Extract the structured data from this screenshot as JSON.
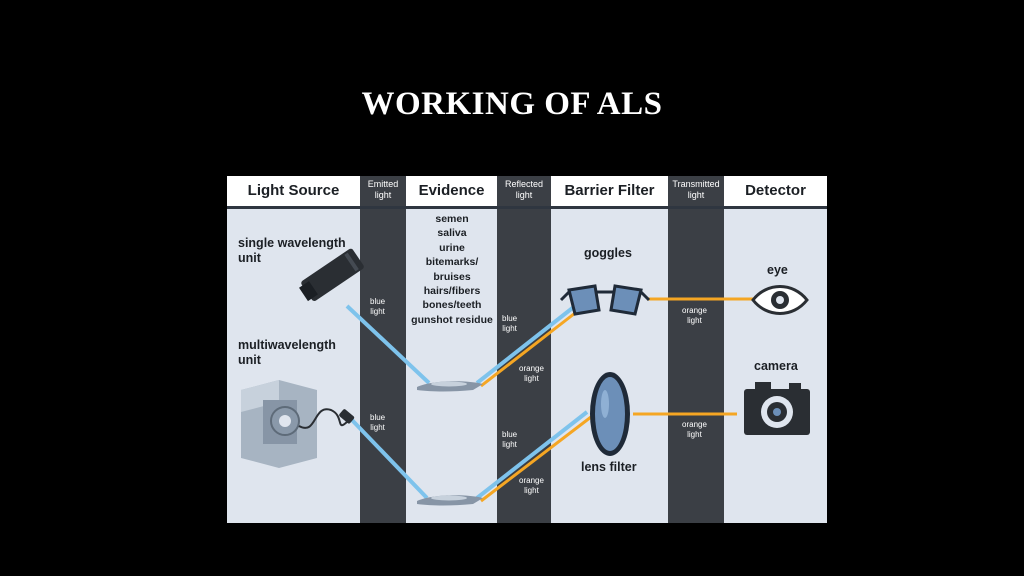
{
  "slide": {
    "title": "WORKING OF ALS"
  },
  "headers": {
    "light_source": "Light Source",
    "emitted_light": [
      "Emitted",
      "light"
    ],
    "evidence": "Evidence",
    "reflected_light": [
      "Reflected",
      "light"
    ],
    "barrier_filter": "Barrier Filter",
    "transmitted_light": [
      "Transmitted",
      "light"
    ],
    "detector": "Detector"
  },
  "sources": {
    "single": [
      "single wavelength",
      "unit"
    ],
    "multi": [
      "multiwavelength",
      "unit"
    ]
  },
  "evidence_items": [
    "semen",
    "saliva",
    "urine",
    "bitemarks/",
    "bruises",
    "hairs/fibers",
    "bones/teeth",
    "gunshot residue"
  ],
  "beam_labels": {
    "blue": [
      "blue",
      "light"
    ],
    "orange": [
      "orange",
      "light"
    ]
  },
  "filters": {
    "goggles": "goggles",
    "lens": "lens filter"
  },
  "detectors": {
    "eye": "eye",
    "camera": "camera"
  },
  "colors": {
    "blue_beam": "#7ec3ec",
    "orange_beam": "#f5a623",
    "dark_column": "#3b3f45",
    "panel": "#dfe5ee"
  }
}
